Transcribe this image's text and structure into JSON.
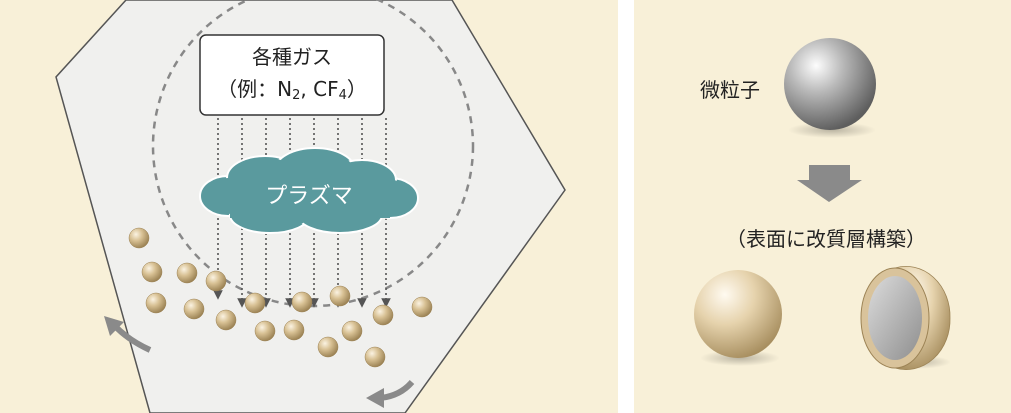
{
  "gas_box": {
    "line1": "各種ガス",
    "line2_prefix": "（例：N",
    "line2_sub1": "2",
    "line2_mid": ", CF",
    "line2_sub2": "4",
    "line2_suffix": "）"
  },
  "plasma_label": "プラズマ",
  "particle_label": "微粒子",
  "process_label": "（表面に改質層構築）",
  "colors": {
    "background": "#f8f0d8",
    "chamber": "#f0f0ee",
    "chamber_edge": "#555555",
    "plasma": "#5a9a9e",
    "particle": "#d9c39b",
    "arrow": "#8a8a8a",
    "dashed": "#888888"
  }
}
